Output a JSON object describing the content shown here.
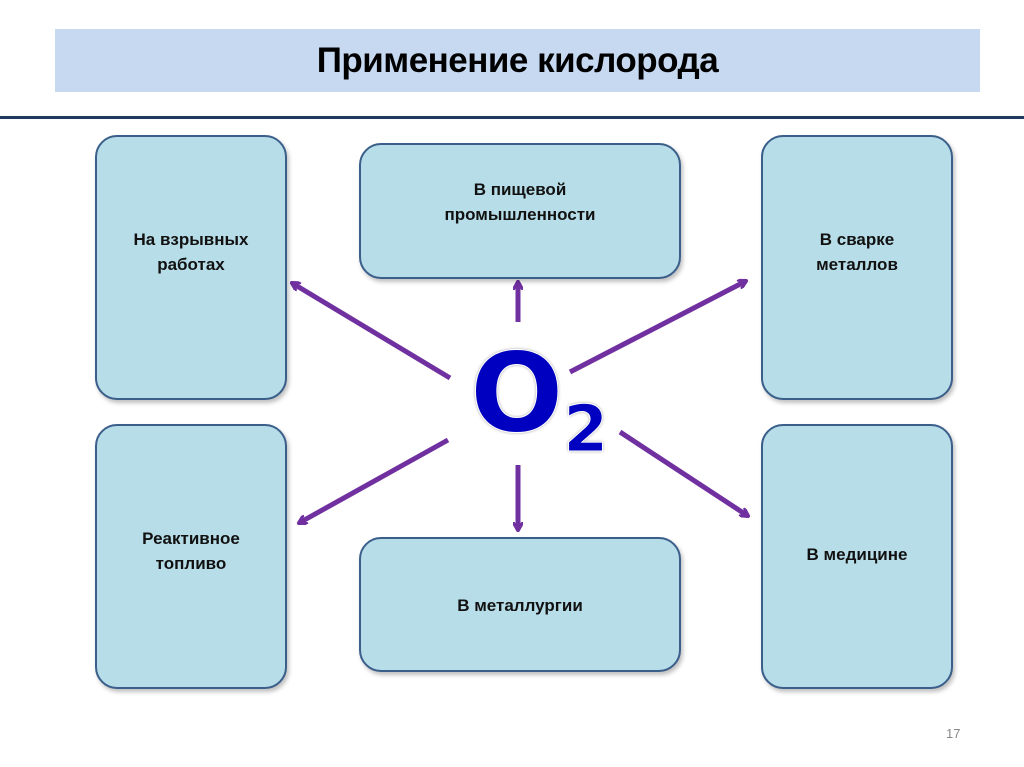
{
  "title": "Применение кислорода",
  "center": {
    "symbol": "O",
    "subscript": "2"
  },
  "boxes": {
    "explosive": "На взрывных\nработах",
    "food": "В пищевой\nпромышленности",
    "welding": "В сварке\nметаллов",
    "jet_fuel": "Реактивное\nтопливо",
    "metallurgy": "В металлургии",
    "medicine": "В медицине"
  },
  "colors": {
    "arrow": "#7030a0",
    "box": "#b7dde8",
    "band": "#c6d9f1",
    "o2": "#0000c0"
  },
  "page_number": "17"
}
